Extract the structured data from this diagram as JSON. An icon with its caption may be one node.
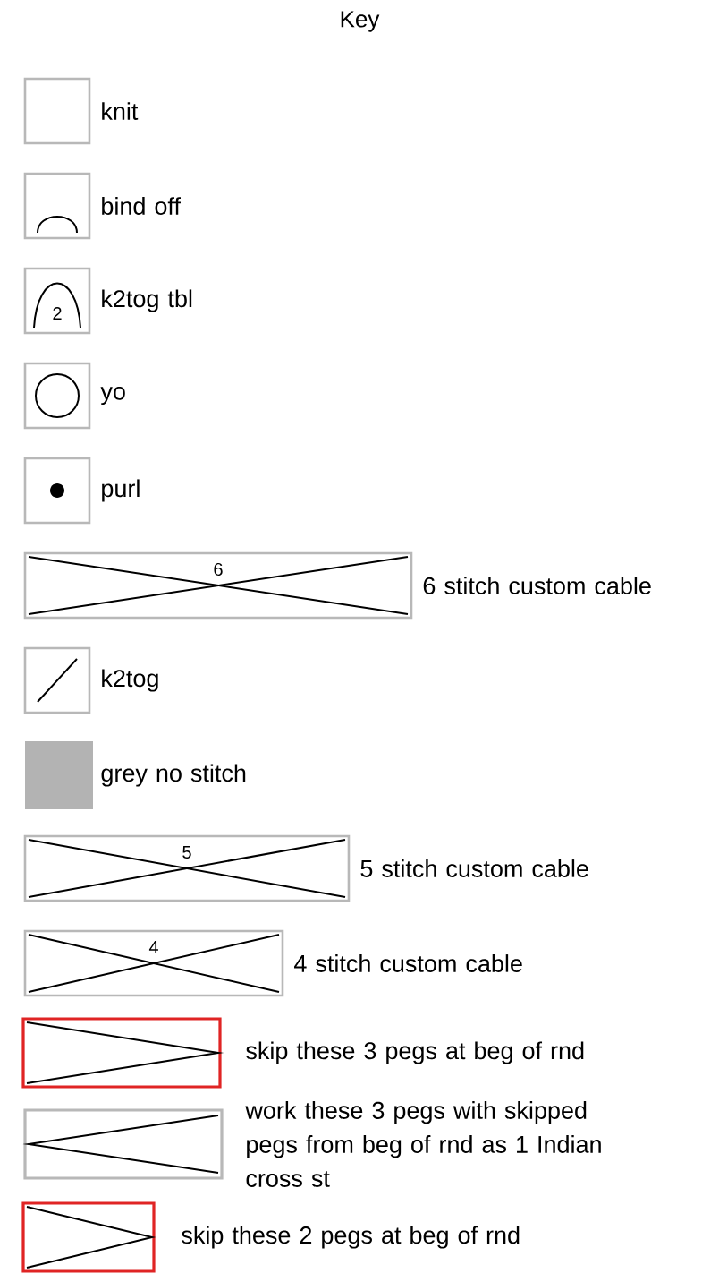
{
  "diagram": {
    "title": "Key",
    "labels": [
      "2",
      "6",
      "5",
      "4"
    ],
    "legend": [
      {
        "text": "knit"
      },
      {
        "text": "bind off"
      },
      {
        "text": "k2tog tbl"
      },
      {
        "text": "yo"
      },
      {
        "text": "purl"
      },
      {
        "text": "6 stitch custom cable"
      },
      {
        "text": "k2tog"
      },
      {
        "text": "grey no stitch",
        "color": "#b3b3b3"
      },
      {
        "text": "5 stitch custom cable"
      },
      {
        "text": "4 stitch custom cable"
      },
      {
        "text": "skip these 3 pegs at beg of rnd"
      },
      {
        "text": "work these 3 pegs with skipped pegs from beg of rnd as 1 Indian cross st"
      },
      {
        "text": "skip these 2 pegs at beg of rnd"
      }
    ]
  }
}
